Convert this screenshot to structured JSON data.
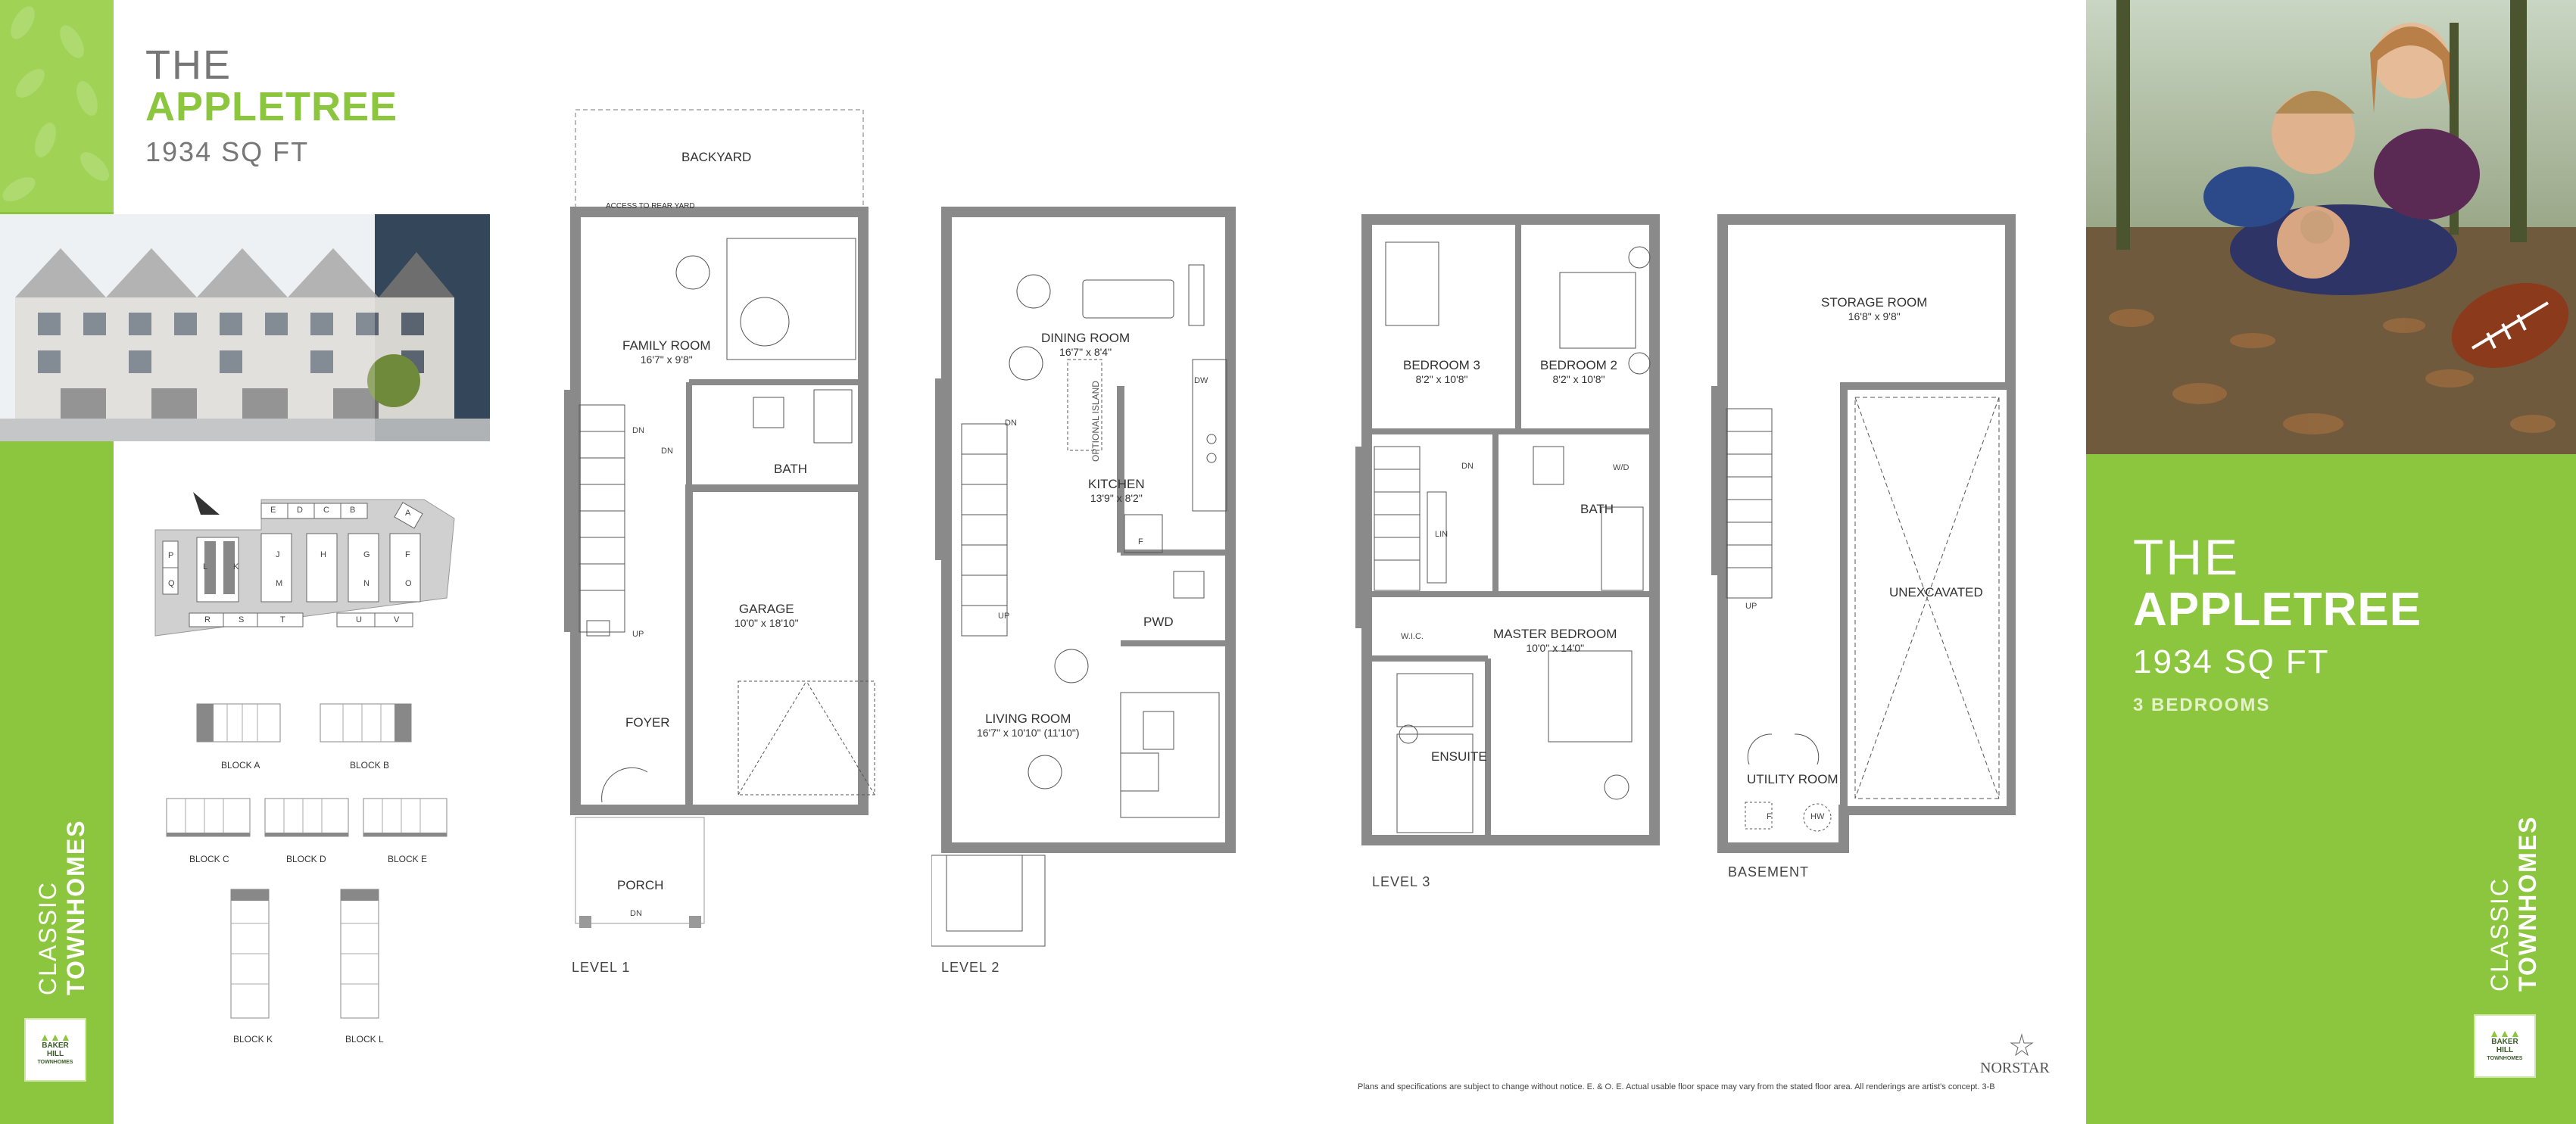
{
  "left_header": {
    "the": "THE",
    "name": "APPLETREE",
    "sqft": "1934 SQ FT"
  },
  "right_header": {
    "the": "THE",
    "name": "APPLETREE",
    "sqft": "1934 SQ FT",
    "bedrooms": "3 BEDROOMS"
  },
  "series_label": {
    "light": "CLASSIC",
    "bold": "TOWNHOMES"
  },
  "logo": {
    "line1": "BAKER",
    "line2": "HILL",
    "line3": "TOWNHOMES"
  },
  "site_plan": {
    "top_blocks": [
      "E",
      "D",
      "C",
      "B",
      "A"
    ],
    "left_blocks": [
      "P",
      "Q"
    ],
    "inner_blocks": [
      "L",
      "K",
      "J",
      "M",
      "H",
      "G",
      "N",
      "F",
      "O"
    ],
    "bottom_blocks": [
      "R",
      "S",
      "T",
      "U",
      "V"
    ]
  },
  "block_keys": [
    "BLOCK A",
    "BLOCK B",
    "BLOCK C",
    "BLOCK D",
    "BLOCK E",
    "BLOCK K",
    "BLOCK L"
  ],
  "level1": {
    "label": "LEVEL 1",
    "backyard": "BACKYARD",
    "access": "ACCESS TO REAR YARD",
    "family_room": {
      "name": "FAMILY ROOM",
      "dim": "16'7\" x 9'8\""
    },
    "garage": {
      "name": "GARAGE",
      "dim": "10'0\" x 18'10\""
    },
    "bath": "BATH",
    "foyer": "FOYER",
    "porch": "PORCH",
    "dn": "DN",
    "up": "UP"
  },
  "level2": {
    "label": "LEVEL 2",
    "dining": {
      "name": "DINING ROOM",
      "dim": "16'7\" x 8'4\""
    },
    "kitchen": {
      "name": "KITCHEN",
      "dim": "13'9\" x 8'2\""
    },
    "island": "OPTIONAL ISLAND",
    "living": {
      "name": "LIVING ROOM",
      "dim": "16'7\" x 10'10\" (11'10\")"
    },
    "pwd": "PWD",
    "dw": "DW",
    "f": "F",
    "dn": "DN",
    "up": "UP"
  },
  "level3": {
    "label": "LEVEL 3",
    "bed3": {
      "name": "BEDROOM 3",
      "dim": "8'2\" x 10'8\""
    },
    "bed2": {
      "name": "BEDROOM 2",
      "dim": "8'2\" x 10'8\""
    },
    "master": {
      "name": "MASTER BEDROOM",
      "dim": "10'0\" x 14'0\""
    },
    "bath": "BATH",
    "ensuite": "ENSUITE",
    "wic": "W.I.C.",
    "wd": "W/D",
    "lin": "LIN",
    "dn": "DN"
  },
  "basement": {
    "label": "BASEMENT",
    "storage": {
      "name": "STORAGE ROOM",
      "dim": "16'8\" x 9'8\""
    },
    "unexcavated": "UNEXCAVATED",
    "utility": "UTILITY ROOM",
    "f": "F",
    "hw": "HW",
    "up": "UP"
  },
  "builder": "NORSTAR",
  "disclaimer": "Plans and specifications are subject to change without notice. E. & O. E.  Actual usable floor space may vary from the stated floor area. All renderings are artist's concept. 3-B",
  "colors": {
    "accent": "#8cc63f",
    "wall": "#8a8a8a"
  }
}
